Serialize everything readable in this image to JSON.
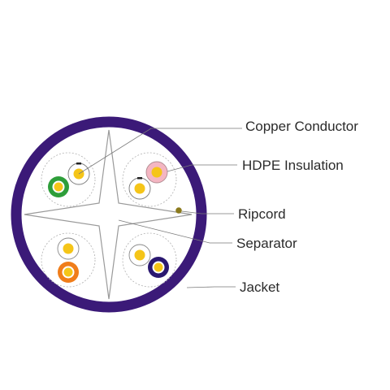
{
  "labels": {
    "copper_conductor": "Copper Conductor",
    "hdpe_insulation": "HDPE Insulation",
    "ripcord": "Ripcord",
    "separator": "Separator",
    "jacket": "Jacket"
  },
  "colors": {
    "jacket": "#3b1a78",
    "copper": "#f5c518",
    "ripcord": "#8b7a1c",
    "pair_green": "#2e9e3a",
    "pair_pink": "#f4b6c2",
    "pair_orange": "#f07d1a",
    "pair_blue": "#2a1870",
    "separator": "#9a9a9a",
    "leader": "#7a7a7a",
    "text": "#2b2b2b"
  }
}
